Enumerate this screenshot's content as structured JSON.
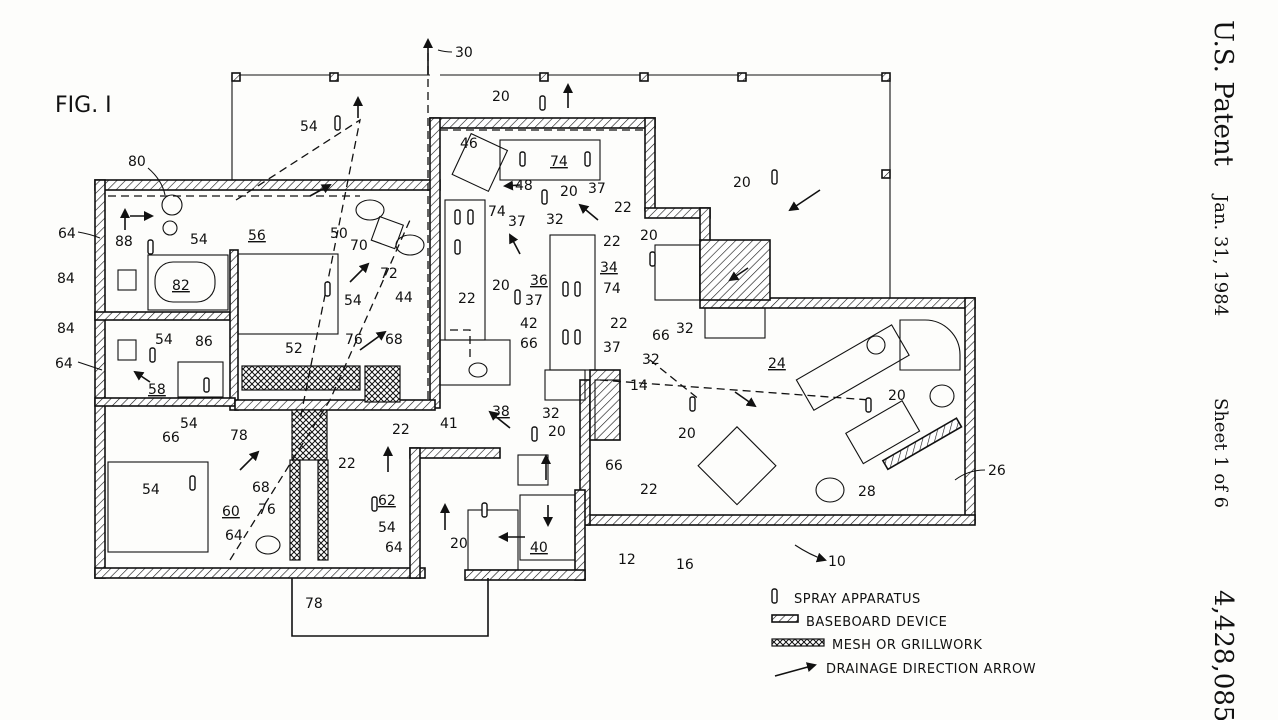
{
  "figure_title": "FIG. I",
  "side_header": {
    "patent": "U.S. Patent",
    "date": "Jan. 31, 1984",
    "sheet": "Sheet 1 of 6",
    "number": "4,428,085"
  },
  "legend": {
    "spray": "SPRAY APPARATUS",
    "baseboard": "BASEBOARD DEVICE",
    "mesh": "MESH OR GRILLWORK",
    "drainage": "DRAINAGE DIRECTION ARROW"
  },
  "ref_numbers": {
    "n10": "10",
    "n12": "12",
    "n14": "14",
    "n16": "16",
    "n20": "20",
    "n22": "22",
    "n24": "24",
    "n26": "26",
    "n28": "28",
    "n30": "30",
    "n32": "32",
    "n34": "34",
    "n36": "36",
    "n37": "37",
    "n38": "38",
    "n40": "40",
    "n41": "41",
    "n42": "42",
    "n44": "44",
    "n46": "46",
    "n48": "48",
    "n50": "50",
    "n52": "52",
    "n54": "54",
    "n56": "56",
    "n58": "58",
    "n60": "60",
    "n62": "62",
    "n64": "64",
    "n66": "66",
    "n68": "68",
    "n70": "70",
    "n72": "72",
    "n74": "74",
    "n76": "76",
    "n78": "78",
    "n80": "80",
    "n82": "82",
    "n84": "84",
    "n86": "86",
    "n88": "88"
  }
}
